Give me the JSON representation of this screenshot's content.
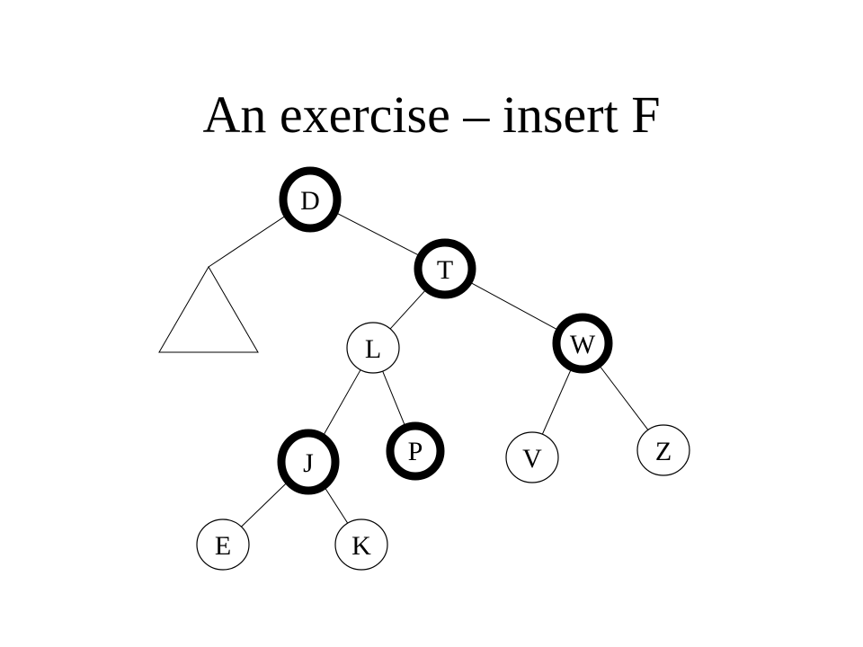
{
  "title": "An exercise – insert F",
  "tree": {
    "nodes": [
      {
        "id": "D",
        "label": "D",
        "emphasis": "bold"
      },
      {
        "id": "T",
        "label": "T",
        "emphasis": "bold"
      },
      {
        "id": "L",
        "label": "L",
        "emphasis": "thin"
      },
      {
        "id": "W",
        "label": "W",
        "emphasis": "bold"
      },
      {
        "id": "J",
        "label": "J",
        "emphasis": "bold"
      },
      {
        "id": "P",
        "label": "P",
        "emphasis": "bold"
      },
      {
        "id": "V",
        "label": "V",
        "emphasis": "thin"
      },
      {
        "id": "Z",
        "label": "Z",
        "emphasis": "thin"
      },
      {
        "id": "E",
        "label": "E",
        "emphasis": "thin"
      },
      {
        "id": "K",
        "label": "K",
        "emphasis": "thin"
      }
    ],
    "edges": [
      [
        "D",
        "subtree"
      ],
      [
        "D",
        "T"
      ],
      [
        "T",
        "L"
      ],
      [
        "T",
        "W"
      ],
      [
        "L",
        "J"
      ],
      [
        "L",
        "P"
      ],
      [
        "W",
        "V"
      ],
      [
        "W",
        "Z"
      ],
      [
        "J",
        "E"
      ],
      [
        "J",
        "K"
      ]
    ],
    "subtree": {
      "attached_to": "D",
      "shape": "triangle"
    }
  }
}
